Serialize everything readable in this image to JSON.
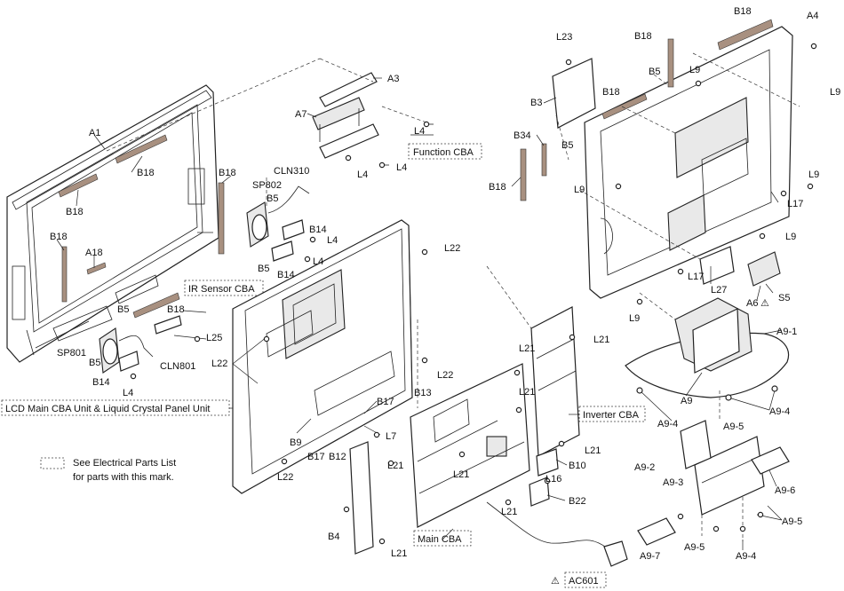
{
  "labels": {
    "A1": "A1",
    "A3": "A3",
    "A4": "A4",
    "A7": "A7",
    "A6": "A6",
    "A18": "A18",
    "A9": "A9",
    "A9_1": "A9-1",
    "A9_2": "A9-2",
    "A9_3": "A9-3",
    "A9_4a": "A9-4",
    "A9_4b": "A9-4",
    "A9_4c": "A9-4",
    "A9_5a": "A9-5",
    "A9_5b": "A9-5",
    "A9_5c": "A9-5",
    "A9_6": "A9-6",
    "A9_7": "A9-7",
    "B3": "B3",
    "B4": "B4",
    "B5a": "B5",
    "B5b": "B5",
    "B5c": "B5",
    "B5d": "B5",
    "B5e": "B5",
    "B5f": "B5",
    "B9": "B9",
    "B10": "B10",
    "B12": "B12",
    "B13": "B13",
    "B14a": "B14",
    "B14b": "B14",
    "B14c": "B14",
    "B17a": "B17",
    "B17b": "B17",
    "B18a": "B18",
    "B18b": "B18",
    "B18c": "B18",
    "B18d": "B18",
    "B18e": "B18",
    "B18f": "B18",
    "B18g": "B18",
    "B18h": "B18",
    "B18i": "B18",
    "B22": "B22",
    "B34": "B34",
    "CLN310": "CLN310",
    "CLN801": "CLN801",
    "L4a": "L4",
    "L4b": "L4",
    "L4c": "L4",
    "L4d": "L4",
    "L4e": "L4",
    "L4f": "L4",
    "L7": "L7",
    "L9a": "L9",
    "L9b": "L9",
    "L9c": "L9",
    "L9d": "L9",
    "L9e": "L9",
    "L9f": "L9",
    "L16": "L16",
    "L17a": "L17",
    "L17b": "L17",
    "L21a": "L21",
    "L21b": "L21",
    "L21c": "L21",
    "L21d": "L21",
    "L21e": "L21",
    "L21f": "L21",
    "L21g": "L21",
    "L21h": "L21",
    "L22a": "L22",
    "L22b": "L22",
    "L22c": "L22",
    "L22d": "L22",
    "L23": "L23",
    "L25": "L25",
    "L27": "L27",
    "S5": "S5",
    "SP801": "SP801",
    "SP802": "SP802"
  },
  "boxed_labels": {
    "function_cba": "Function CBA",
    "ir_sensor_cba": "IR Sensor CBA",
    "lcd_main_unit": "LCD Main CBA Unit & Liquid Crystal Panel Unit",
    "inverter_cba": "Inverter CBA",
    "main_cba": "Main CBA",
    "ac601": "AC601"
  },
  "warning_symbol": "⚠",
  "legend": {
    "line1": "See Electrical Parts List",
    "line2": "for parts with this mark."
  }
}
